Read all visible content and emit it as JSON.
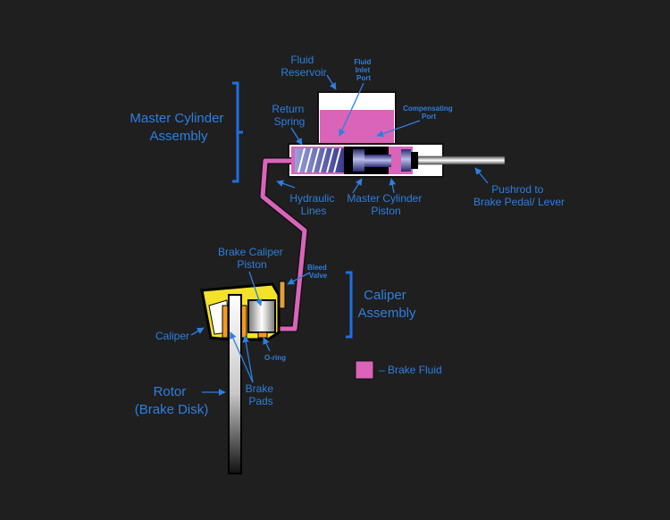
{
  "labels": {
    "fluid_reservoir": [
      "Fluid",
      "Reservoir"
    ],
    "fluid_inlet_port": [
      "Fluid",
      "Inlet",
      "Port"
    ],
    "compensating_port": [
      "Compensating",
      "Port"
    ],
    "return_spring": [
      "Return",
      "Spring"
    ],
    "master_cylinder_assembly": [
      "Master Cylinder",
      "Assembly"
    ],
    "hydraulic_lines": [
      "Hydraulic",
      "Lines"
    ],
    "master_cylinder_piston": [
      "Master Cylinder",
      "Piston"
    ],
    "pushrod": [
      "Pushrod to",
      "Brake Pedal/ Lever"
    ],
    "brake_caliper_piston": [
      "Brake Caliper",
      "Piston"
    ],
    "bleed_valve": [
      "Bleed",
      "Valve"
    ],
    "caliper_assembly": [
      "Caliper",
      "Assembly"
    ],
    "caliper": "Caliper",
    "o_ring": "O-ring",
    "rotor": [
      "Rotor",
      "(Brake Disk)"
    ],
    "brake_pads": [
      "Brake",
      "Pads"
    ]
  },
  "legend": {
    "brake_fluid": "– Brake Fluid"
  },
  "colors": {
    "background": "#1f1f1f",
    "label": "#2d7fe0",
    "bracket": "#1e6fe0",
    "fluid": "#d964b8",
    "caliper_body": "#f3e12a",
    "piston": "#4a4aa8"
  }
}
